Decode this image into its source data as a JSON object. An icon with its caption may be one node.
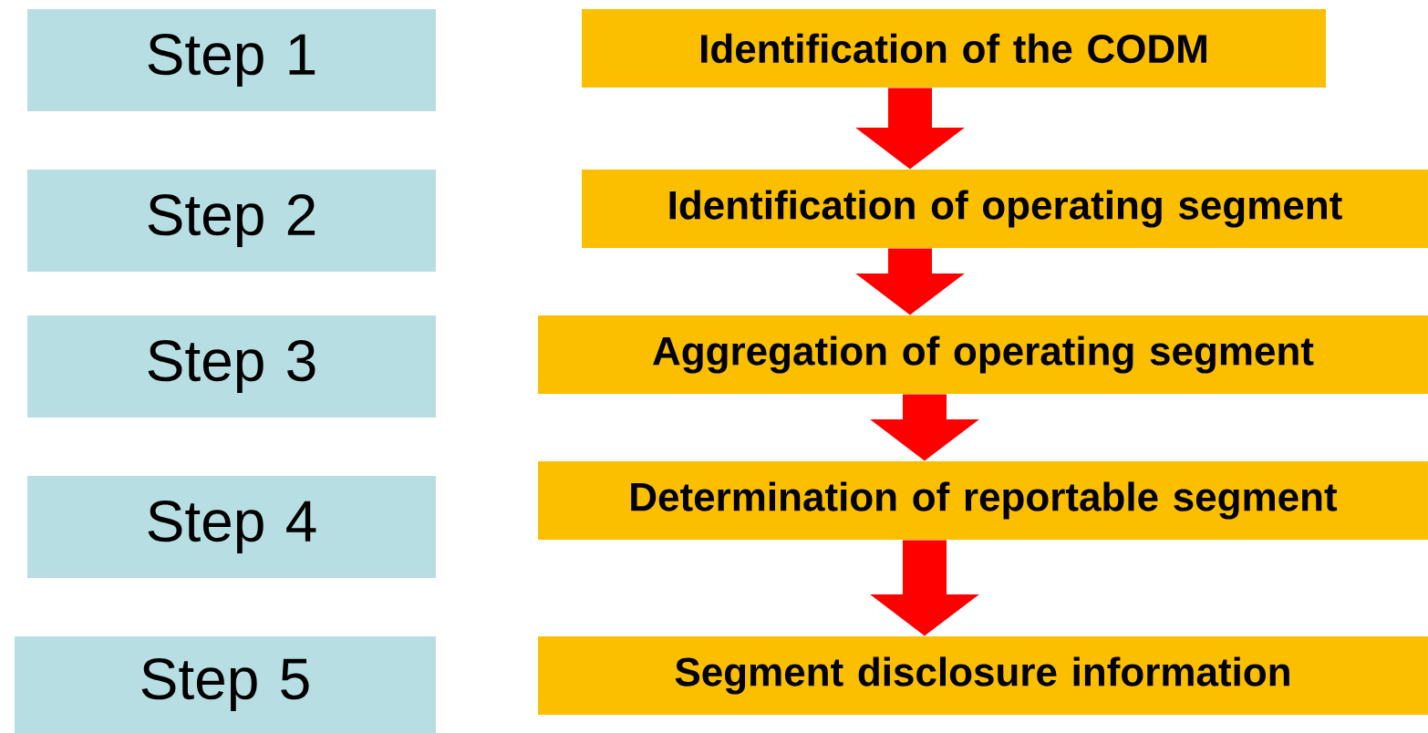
{
  "diagram": {
    "nodes": [
      {
        "text": [
          "Step 1"
        ]
      },
      {
        "text": [
          "Identification of the CODM"
        ]
      },
      {
        "text": [
          "Step 2"
        ]
      },
      {
        "text": [
          "Identification of operating segment"
        ]
      },
      {
        "text": [
          "Step 3"
        ]
      },
      {
        "text": [
          "Aggregation of operating segment"
        ]
      },
      {
        "text": [
          "Step 4"
        ]
      },
      {
        "text": [
          "Determination of reportable segment"
        ]
      },
      {
        "text": [
          "Step 5"
        ]
      },
      {
        "text": [
          "Segment disclosure information"
        ]
      }
    ],
    "edges": [
      {
        "from": 1,
        "to": 3,
        "arrow": "to"
      },
      {
        "from": 3,
        "to": 5,
        "arrow": "to"
      },
      {
        "from": 5,
        "to": 7,
        "arrow": "to"
      },
      {
        "from": 7,
        "to": 9,
        "arrow": "to"
      }
    ]
  }
}
